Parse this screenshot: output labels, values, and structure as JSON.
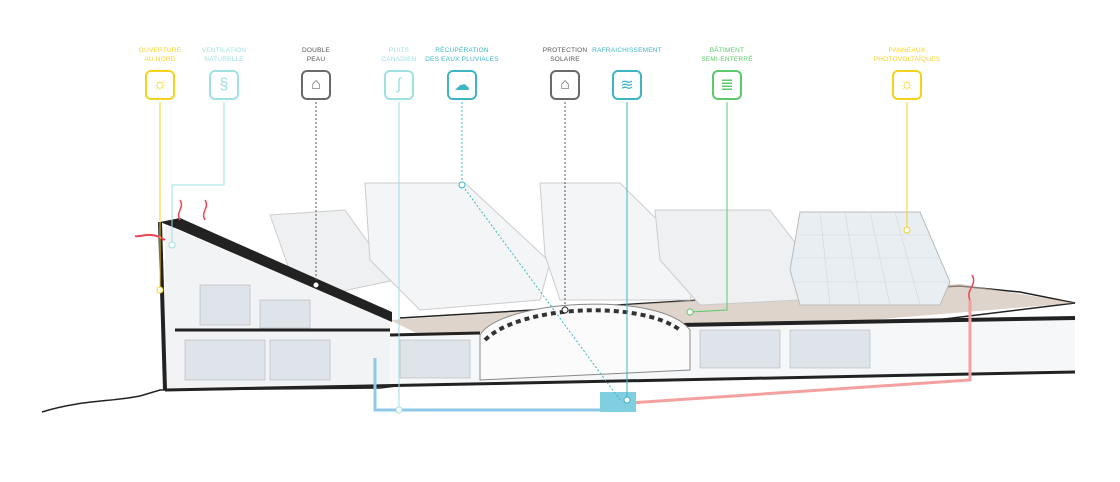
{
  "colors": {
    "yellow": "#f5d21e",
    "cyan_light": "#9fe0e3",
    "gray": "#6a6a6a",
    "teal": "#3eb5c4",
    "green": "#5ec86c",
    "red": "#f08c8c"
  },
  "labels": [
    {
      "line1": "Ouverture",
      "line2": "au nord",
      "icon": "sun-icon",
      "color": "#f5d21e"
    },
    {
      "line1": "Ventilation",
      "line2": "naturelle",
      "icon": "ventilation-icon",
      "color": "#9fe0e3"
    },
    {
      "line1": "Double",
      "line2": "peau",
      "icon": "house-icon",
      "color": "#6a6a6a"
    },
    {
      "line1": "Puits",
      "line2": "canadien",
      "icon": "pipe-icon",
      "color": "#9fe0e3"
    },
    {
      "line1": "Récupération",
      "line2": "des eaux pluviales",
      "icon": "rain-cloud-icon",
      "color": "#3eb5c4"
    },
    {
      "line1": "Protection",
      "line2": "solaire",
      "icon": "house-icon",
      "color": "#6a6a6a"
    },
    {
      "line1": "Rafraichissement",
      "line2": "",
      "icon": "waves-icon",
      "color": "#3eb5c4"
    },
    {
      "line1": "Bâtiment",
      "line2": "semi-enterré",
      "icon": "green-roof-icon",
      "color": "#5ec86c"
    },
    {
      "line1": "Panneaux",
      "line2": "photovoltaïques",
      "icon": "sun-icon",
      "color": "#f5d21e"
    }
  ]
}
